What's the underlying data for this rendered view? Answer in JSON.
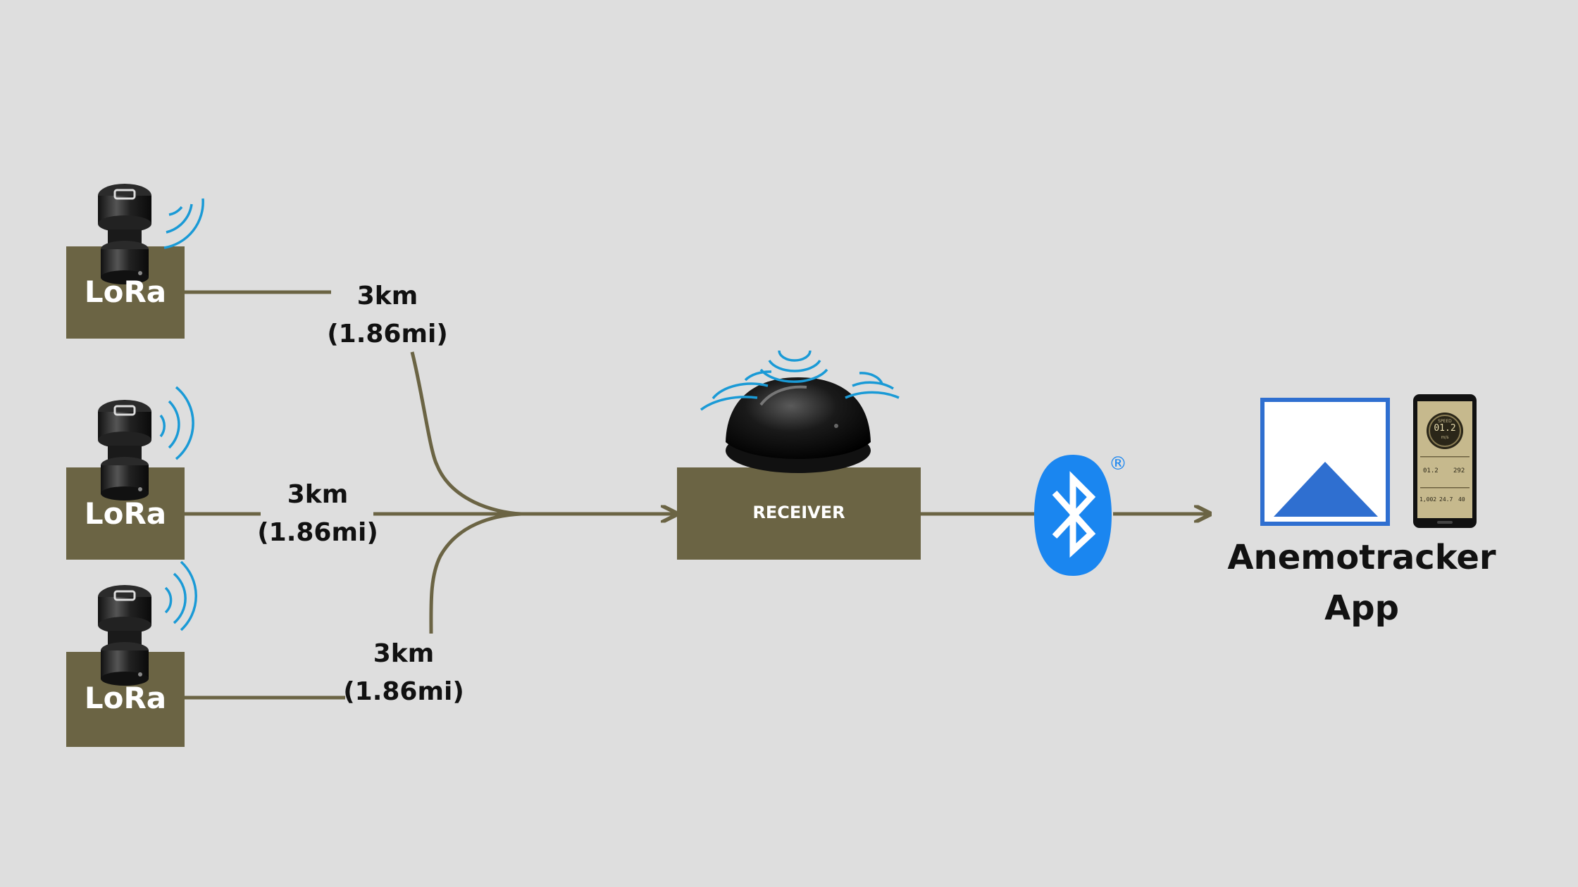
{
  "colors": {
    "background": "#dedede",
    "box": "#6b6444",
    "line": "#6b6444",
    "signal": "#1a9ad6",
    "bluetooth": "#1a86f0",
    "app_blue": "#2f6fd0"
  },
  "sensors": [
    {
      "label": "LoRa",
      "icon": "anemometer-icon"
    },
    {
      "label": "LoRa",
      "icon": "anemometer-icon"
    },
    {
      "label": "LoRa",
      "icon": "anemometer-icon"
    }
  ],
  "links": [
    {
      "distance": "3km",
      "distance_alt": "(1.86mi)"
    },
    {
      "distance": "3km",
      "distance_alt": "(1.86mi)"
    },
    {
      "distance": "3km",
      "distance_alt": "(1.86mi)"
    }
  ],
  "receiver": {
    "label": "RECEIVER",
    "icon": "receiver-dome-icon"
  },
  "bluetooth": {
    "icon": "bluetooth-icon",
    "mark": "®"
  },
  "app": {
    "name_line1": "Anemotracker",
    "name_line2": "App",
    "icon": "anemotracker-logo-icon",
    "phone_icon": "smartphone-icon",
    "phone_screen": {
      "speed_label": "SPEED",
      "speed_value": "01.2",
      "speed_unit": "m/s",
      "row1": [
        "01.2",
        "292"
      ],
      "row2": [
        "1,002",
        "24.7",
        "40"
      ]
    }
  }
}
